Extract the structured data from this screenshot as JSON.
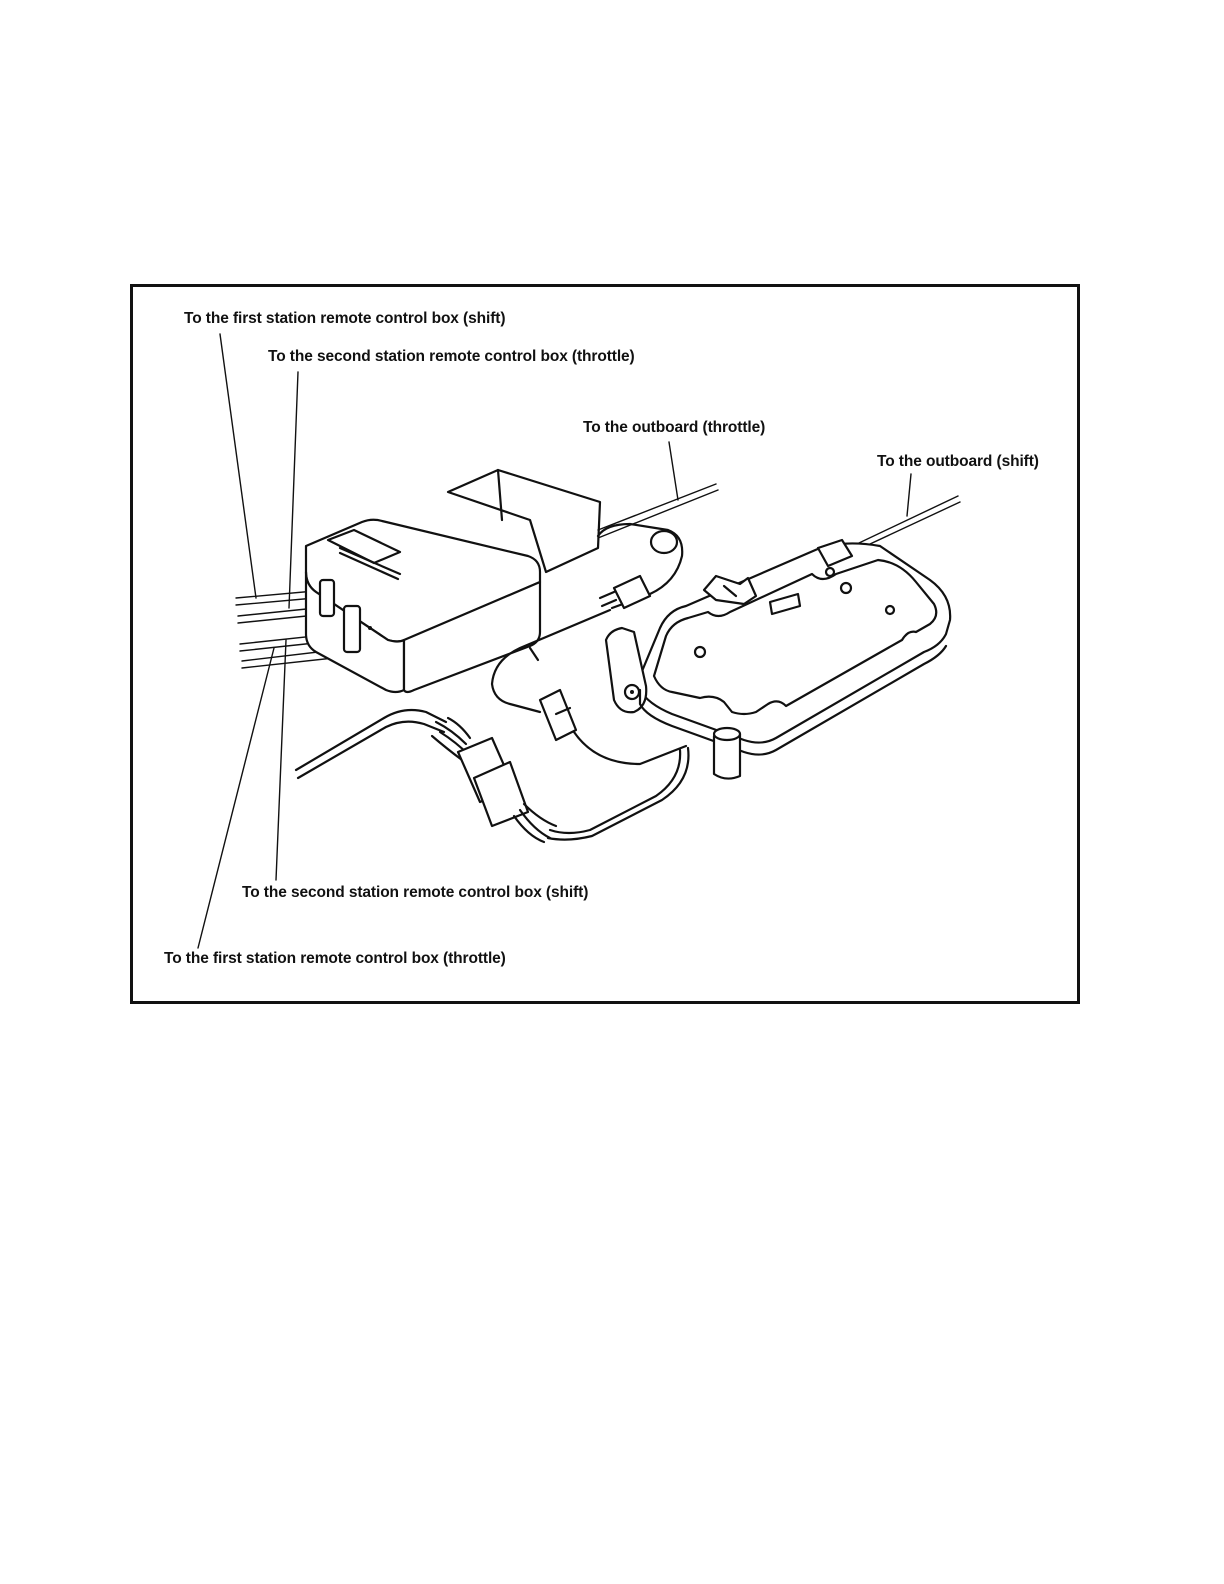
{
  "labels": {
    "first_station_shift": "To the first station remote control box (shift)",
    "second_station_throttle": "To the second station remote control box (throttle)",
    "outboard_throttle": "To the outboard (throttle)",
    "outboard_shift": "To the outboard (shift)",
    "second_station_shift": "To the second station remote control box (shift)",
    "first_station_throttle": "To the first station remote control box (throttle)"
  }
}
